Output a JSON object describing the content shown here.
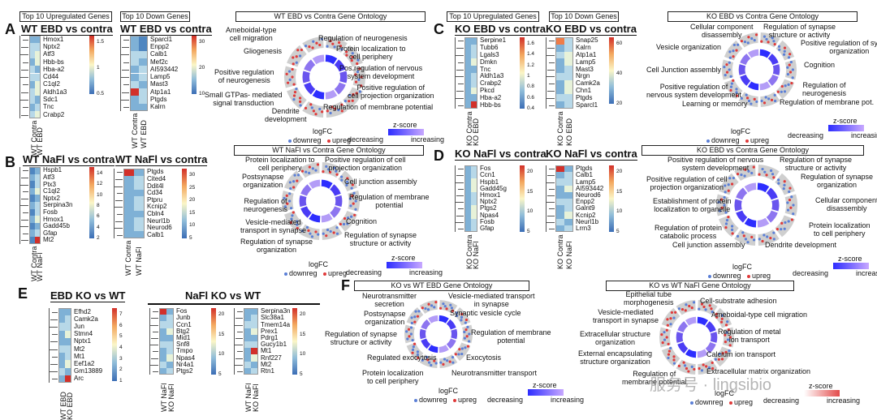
{
  "panels": {
    "A": {
      "letter": "A",
      "up_box": "Top 10 Upregulated Genes",
      "down_box": "Top 10 Down Genes",
      "title1": "WT EBD vs contra",
      "title2": "WT EBD vs contra",
      "hm1_genes": [
        "Hmox1",
        "Nptx2",
        "Atf3",
        "Hbb-bs",
        "Hba-a2",
        "Cd44",
        "C1ql2",
        "Aldh1a3",
        "Sdc1",
        "Tnc",
        "Crabp2"
      ],
      "hm1_scale": [
        "1.5",
        "1",
        "0.5"
      ],
      "hm1_cols": [
        "WT Contra",
        "WT EBD"
      ],
      "hm2_genes": [
        "Sparcl1",
        "Enpp2",
        "Calb1",
        "Mef2c",
        "AI593442",
        "Lamp5",
        "Mast3",
        "Atp1a1",
        "Ptgds",
        "Kalrn"
      ],
      "hm2_scale": [
        "30",
        "20",
        "10"
      ],
      "hm2_cols": [
        "WT Contra",
        "WT EBD"
      ],
      "go_box": "WT EBD vs Contra Gene Ontology",
      "go_terms": [
        [
          "Ameboidal-type",
          "cell migration"
        ],
        [
          "Regulation of neurogenesis"
        ],
        [
          "Protein localization to",
          "cell periphery"
        ],
        [
          "Gliogenesis"
        ],
        [
          "Pos.regulation of nervous",
          "system development"
        ],
        [
          "Positive regulation",
          "of neurogenesis"
        ],
        [
          "Positive regulation of",
          "cell projection organization"
        ],
        [
          "Small GTPas- mediated",
          "signal transduction"
        ],
        [
          "Regulation of membrane potential"
        ],
        [
          "Dendrite",
          "development"
        ]
      ],
      "logfc": "logFC",
      "downreg": "downreg",
      "upreg": "upreg",
      "zscore": "z-score",
      "decreasing": "decreasing",
      "increasing": "increasing"
    },
    "B": {
      "letter": "B",
      "title1": "WT NaFl vs contra",
      "title2": "WT NaFl vs contra",
      "hm1_genes": [
        "Hspb1",
        "Atf3",
        "Ptx3",
        "C1ql2",
        "Nptx2",
        "Serpina3n",
        "Fosb",
        "Hmox1",
        "Gadd45b",
        "Gfap",
        "Mt2"
      ],
      "hm1_scale": [
        "14",
        "12",
        "10",
        "8",
        "6",
        "4",
        "2"
      ],
      "hm1_cols": [
        "WT Contra",
        "WT NaFl"
      ],
      "hm2_genes": [
        "Ptgds",
        "Cited4",
        "Ddit4l",
        "Cd34",
        "Ptpru",
        "Kcnip2",
        "Cbln4",
        "Neurl1b",
        "Neurod6",
        "Calb1"
      ],
      "hm2_scale": [
        "30",
        "25",
        "20",
        "15",
        "10",
        "5"
      ],
      "hm2_cols": [
        "WT Contra",
        "WT NaFl"
      ],
      "go_box": "WT NaFl vs Contra Gene Ontology",
      "go_terms": [
        [
          "Protein localization to",
          "cell periphery"
        ],
        [
          "Positive regulation of cell",
          "projection organization"
        ],
        [
          "Postsynapse",
          "organization"
        ],
        [
          "Cell junction assembly"
        ],
        [
          "Regulation of",
          "neurogenesis"
        ],
        [
          "Regulation of membrane",
          "potential"
        ],
        [
          "Vesicle-mediated",
          "transport in synapse"
        ],
        [
          "Cognition"
        ],
        [
          "Regulation of synapse",
          "organization"
        ],
        [
          "Regulation of synapse",
          "structure or activity"
        ]
      ],
      "logfc": "logFC",
      "downreg": "downreg",
      "upreg": "upreg",
      "zscore": "z-score",
      "decreasing": "decreasing",
      "increasing": "increasing"
    },
    "C": {
      "letter": "C",
      "up_box": "Top 10 Upregulated Genes",
      "down_box": "Top 10 Down Genes",
      "title1": "KO EBD vs contra",
      "title2": "KO EBD vs contra",
      "hm1_genes": [
        "Serpine1",
        "Tubb6",
        "Lgals3",
        "Dmkn",
        "Tnc",
        "Aldh1a3",
        "Crabp2",
        "Pkcd",
        "Hba-a2",
        "Hbb-bs"
      ],
      "hm1_scale": [
        "1.6",
        "1.4",
        "1.2",
        "1",
        "0.8",
        "0.6",
        "0.4"
      ],
      "hm1_cols": [
        "KO Contra",
        "KO EBD"
      ],
      "hm2_genes": [
        "Snap25",
        "Kalrn",
        "Atp1a1",
        "Lamp5",
        "Mast3",
        "Nrgn",
        "Camk2a",
        "Chn1",
        "Ptgds",
        "Sparcl1"
      ],
      "hm2_scale": [
        "60",
        "40",
        "20"
      ],
      "hm2_cols": [
        "KO Contra",
        "KO EBD"
      ],
      "go_box": "KO EBD vs Contra Gene Ontology",
      "go_terms": [
        [
          "Cellular component",
          "disassembly"
        ],
        [
          "Regulation of synapse",
          "structure or activity"
        ],
        [
          "Vesicle organization"
        ],
        [
          "Positive regulation of synapse",
          "organization"
        ],
        [
          "Cell Junction assembly"
        ],
        [
          "Cognition"
        ],
        [
          "Positive regulation of",
          "nervous system development"
        ],
        [
          "Regulation of",
          "neurogenesis"
        ],
        [
          "Learning or memory"
        ],
        [
          "Regulation of membrane pot."
        ]
      ],
      "logfc": "logFC",
      "downreg": "downreg",
      "upreg": "upreg",
      "zscore": "z-score",
      "decreasing": "decreasing",
      "increasing": "increasing"
    },
    "D": {
      "letter": "D",
      "title1": "KO NaFl vs contra",
      "title2": "KO NaFl vs contra",
      "hm1_genes": [
        "Fos",
        "Ccn1",
        "Hspb1",
        "Gadd45g",
        "Hmox1",
        "Nptx2",
        "Ptgs2",
        "Npas4",
        "Fosb",
        "Gfap"
      ],
      "hm1_scale": [
        "20",
        "15",
        "10",
        "5"
      ],
      "hm1_cols": [
        "KO Contra",
        "KO NaFl"
      ],
      "hm2_genes": [
        "Ptgds",
        "Calb1",
        "Lamp5",
        "AI593442",
        "Neurod6",
        "Enpp2",
        "Galnt9",
        "Kcnip2",
        "Neurl1b",
        "Lrrn3"
      ],
      "hm2_scale": [
        "20",
        "15",
        "10",
        "5"
      ],
      "hm2_cols": [
        "KO Contra",
        "KO NaFl"
      ],
      "go_box": "KO EBD vs Contra Gene Ontology",
      "go_terms": [
        [
          "Positive regulation of nervous",
          "system development"
        ],
        [
          "Regulation of synapse",
          "structure or activity"
        ],
        [
          "Positive regulation of cell",
          "projection organization"
        ],
        [
          "Regulation of synapse",
          "organization"
        ],
        [
          "Establishment of protein",
          "localization to organelle"
        ],
        [
          "Cellular component",
          "disassembly"
        ],
        [
          "Regulation of protein",
          "catabolic process"
        ],
        [
          "Protein localization",
          "to cell periphery"
        ],
        [
          "Cell junction assembly"
        ],
        [
          "Dendrite development"
        ]
      ],
      "logfc": "logFC",
      "downreg": "downreg",
      "upreg": "upreg",
      "zscore": "z-score",
      "decreasing": "decreasing",
      "increasing": "increasing"
    },
    "E": {
      "letter": "E",
      "title1": "EBD KO vs WT",
      "title2": "NaFl KO vs WT",
      "hm1_genes": [
        "Efhd2",
        "Camk2a",
        "Jun",
        "Stmn4",
        "Nptx1",
        "Mt2",
        "Mt1",
        "Eef1a2",
        "Gm13889",
        "Arc"
      ],
      "hm1_scale": [
        "7",
        "6",
        "5",
        "4",
        "3",
        "2",
        "1"
      ],
      "hm1_cols": [
        "WT EBD",
        "KO EBD"
      ],
      "hm2_genes": [
        "Fos",
        "Junb",
        "Ccn1",
        "Btg2",
        "Mid1",
        "Snf8",
        "Tmpo",
        "Npas4",
        "Nr4a1",
        "Ptgs2"
      ],
      "hm2_scale": [
        "20",
        "15",
        "10",
        "5"
      ],
      "hm2_cols": [
        "WT NaFl",
        "KO NaFl"
      ],
      "hm3_genes": [
        "Serpina3n",
        "Slc38a1",
        "Tmem14a",
        "Prex1",
        "Pdrg1",
        "Gucy1b1",
        "Mt1",
        "Rnf227",
        "Mt2",
        "Rtn1"
      ],
      "hm3_scale": [
        "20",
        "15",
        "10",
        "5"
      ],
      "hm3_cols": [
        "WT NaFl",
        "KO NaFl"
      ]
    },
    "F": {
      "letter": "F",
      "go1_box": "KO vs WT EBD Gene Ontology",
      "go1_terms": [
        [
          "Neurotransmitter",
          "secretion"
        ],
        [
          "Vesicle-mediated transport",
          "in synapse"
        ],
        [
          "Synaptic vesicle cycle"
        ],
        [
          "Postsynapse",
          "organization"
        ],
        [
          "Regulation of synapse",
          "structure or activity"
        ],
        [
          "Regulation of membrane",
          "potential"
        ],
        [
          "Regulated exocytosis"
        ],
        [
          "Exocytosis"
        ],
        [
          "Protein localization",
          "to cell periphery"
        ],
        [
          "Neurotransmitter transport"
        ]
      ],
      "go2_box": "KO vs WT NaFl Gene Ontology",
      "go2_terms": [
        [
          "Epithelial tube",
          "morphogenesis"
        ],
        [
          "Cell-substrate adhesion"
        ],
        [
          "Vesicle-mediated",
          "transport in synapse"
        ],
        [
          "Ameboidal-type cell migration"
        ],
        [
          "Extracellular structure",
          "organization"
        ],
        [
          "Regulation of metal",
          "ion transport"
        ],
        [
          "External encapsulating",
          "structure organization"
        ],
        [
          "Calcium ion transport"
        ],
        [
          "Regulation of",
          "membrane potential"
        ],
        [
          "Extracellular matrix organization"
        ]
      ],
      "logfc": "logFC",
      "downreg": "downreg",
      "upreg": "upreg",
      "zscore": "z-score",
      "decreasing": "decreasing",
      "increasing": "increasing"
    }
  },
  "watermark": "服务号 · lingsibio",
  "colors": {
    "heat_low": "#3b6db5",
    "heat_mid": "#fbf6c7",
    "heat_high": "#d2302a",
    "up": "#e03a3a",
    "down": "#5b7fd6",
    "z_low": "#2d2dff",
    "z_high": "#c8a8ff"
  }
}
